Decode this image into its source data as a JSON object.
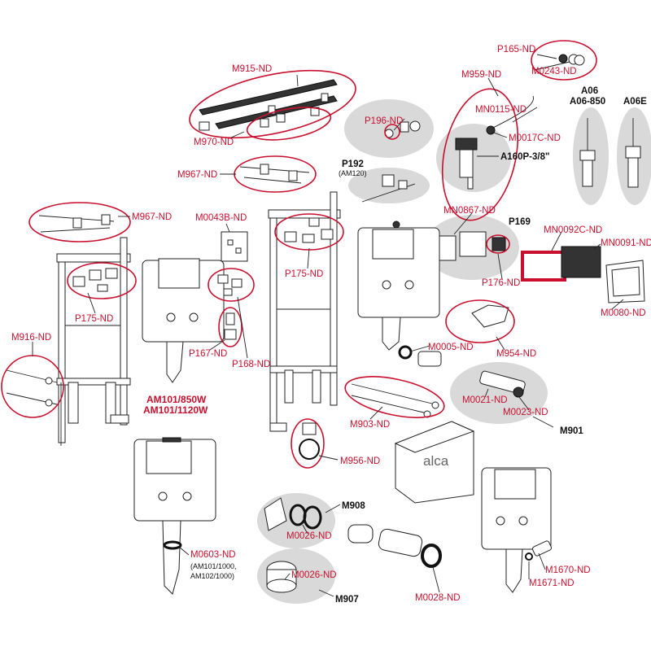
{
  "labels": {
    "p165": "P165-ND",
    "m0243": "M0243-ND",
    "m915": "M915-ND",
    "m959": "M959-ND",
    "mn0115": "MN0115-ND",
    "m0017c": "M0017C-ND",
    "a160p": "A160P-3/8\"",
    "a06": "A06",
    "a06_850": "A06-850",
    "a06e": "A06E",
    "p196": "P196-ND",
    "m970": "M970-ND",
    "p192": "P192",
    "am120": "(AM120)",
    "m967_top": "M967-ND",
    "m967_left": "M967-ND",
    "m0043b": "M0043B-ND",
    "mn0867": "MN0867-ND",
    "p169": "P169",
    "mn0092c": "MN0092C-ND",
    "mn0091": "MN0091-ND",
    "p175_left": "P175-ND",
    "p175_mid": "P175-ND",
    "p176": "P176-ND",
    "m0080": "M0080-ND",
    "m954": "M954-ND",
    "m916": "M916-ND",
    "p167": "P167-ND",
    "p168": "P168-ND",
    "m0005": "M0005-ND",
    "am101_850w": "AM101/850W",
    "am101_1120w": "AM101/1120W",
    "m0021": "M0021-ND",
    "m0023": "M0023-ND",
    "m901": "M901",
    "m903": "M903-ND",
    "m956": "M956-ND",
    "alca": "alca",
    "m908": "M908",
    "m0026_a": "M0026-ND",
    "m0026_b": "M0026-ND",
    "m907": "M907",
    "m0603": "M0603-ND",
    "m0603_note1": "(AM101/1000,",
    "m0603_note2": "AM102/1000)",
    "m0028": "M0028-ND",
    "m1670": "M1670-ND",
    "m1671": "M1671-ND"
  },
  "colors": {
    "accent_red": "#c8102e",
    "group_grey": "#d9d9d9",
    "line": "#222222"
  }
}
